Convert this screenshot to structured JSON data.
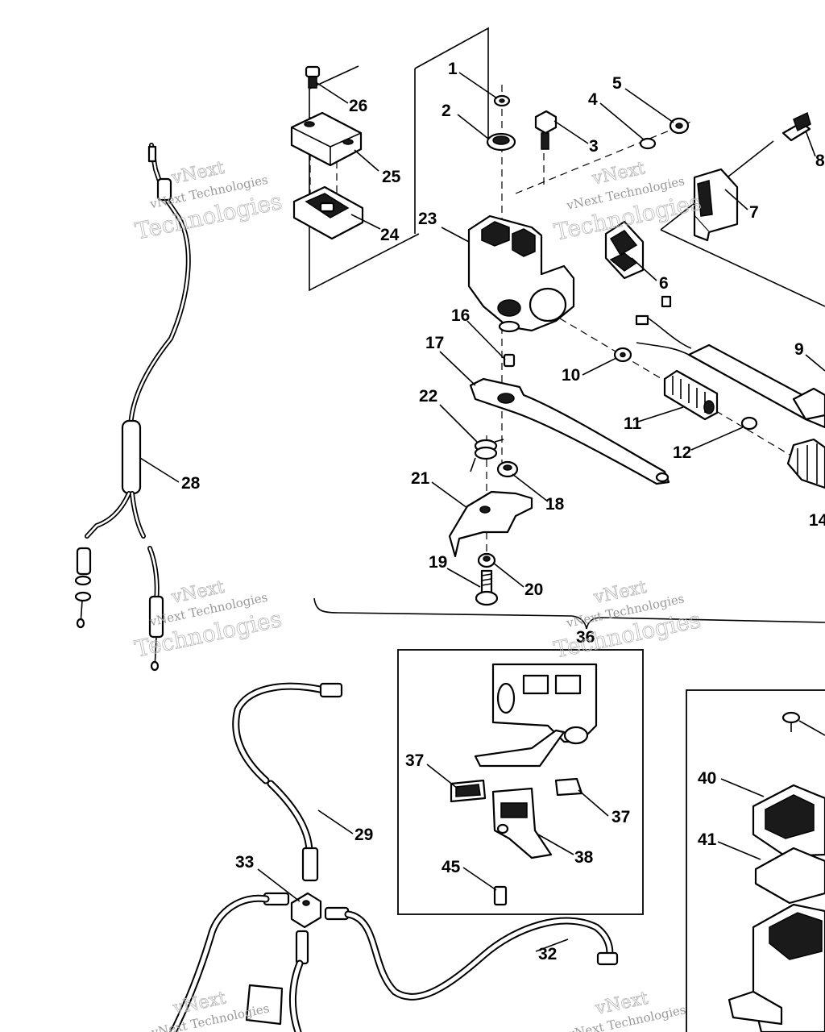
{
  "watermark": {
    "line1": "vNext Technologies",
    "line2": "Technologies",
    "line3": "vNext"
  },
  "callouts": [
    {
      "id": "1",
      "label": "1"
    },
    {
      "id": "2",
      "label": "2"
    },
    {
      "id": "3",
      "label": "3"
    },
    {
      "id": "4",
      "label": "4"
    },
    {
      "id": "5",
      "label": "5"
    },
    {
      "id": "6",
      "label": "6"
    },
    {
      "id": "7",
      "label": "7"
    },
    {
      "id": "8",
      "label": "8"
    },
    {
      "id": "9",
      "label": "9"
    },
    {
      "id": "10",
      "label": "10"
    },
    {
      "id": "11",
      "label": "11"
    },
    {
      "id": "12",
      "label": "12"
    },
    {
      "id": "14",
      "label": "14"
    },
    {
      "id": "16",
      "label": "16"
    },
    {
      "id": "17",
      "label": "17"
    },
    {
      "id": "18",
      "label": "18"
    },
    {
      "id": "19",
      "label": "19"
    },
    {
      "id": "20",
      "label": "20"
    },
    {
      "id": "21",
      "label": "21"
    },
    {
      "id": "22",
      "label": "22"
    },
    {
      "id": "23",
      "label": "23"
    },
    {
      "id": "24",
      "label": "24"
    },
    {
      "id": "25",
      "label": "25"
    },
    {
      "id": "26",
      "label": "26"
    },
    {
      "id": "28",
      "label": "28"
    },
    {
      "id": "29",
      "label": "29"
    },
    {
      "id": "32",
      "label": "32"
    },
    {
      "id": "33",
      "label": "33"
    },
    {
      "id": "36",
      "label": "36"
    },
    {
      "id": "37a",
      "label": "37"
    },
    {
      "id": "37b",
      "label": "37"
    },
    {
      "id": "38",
      "label": "38"
    },
    {
      "id": "40",
      "label": "40"
    },
    {
      "id": "41",
      "label": "41"
    },
    {
      "id": "45",
      "label": "45"
    }
  ]
}
